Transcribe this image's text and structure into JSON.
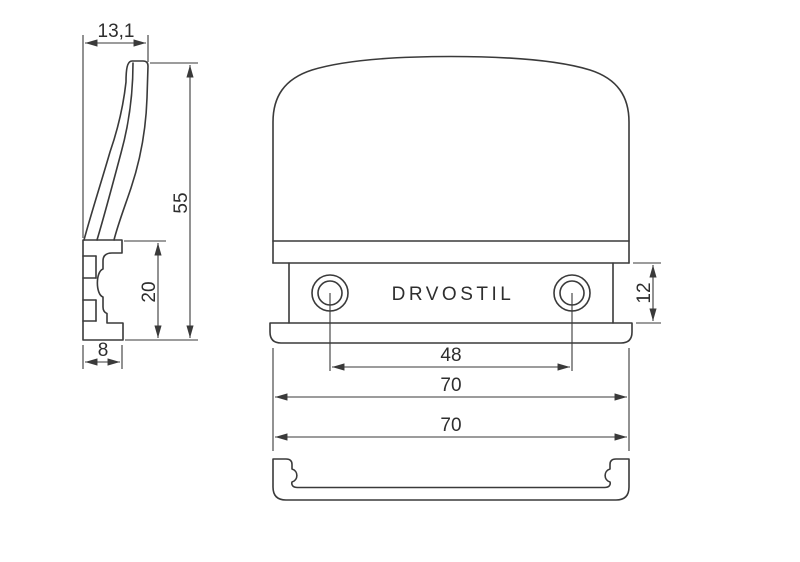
{
  "drawing": {
    "background_color": "#ffffff",
    "line_color": "#3a3a3a",
    "text_color": "#2e2e2e",
    "brand_label": "DRVOSTIL",
    "dimensions": {
      "side_width": "13,1",
      "side_height": "55",
      "side_lower_height": "20",
      "side_base_width": "8",
      "hole_spacing": "48",
      "front_width": "70",
      "plate_height": "12",
      "channel_width": "70"
    }
  }
}
